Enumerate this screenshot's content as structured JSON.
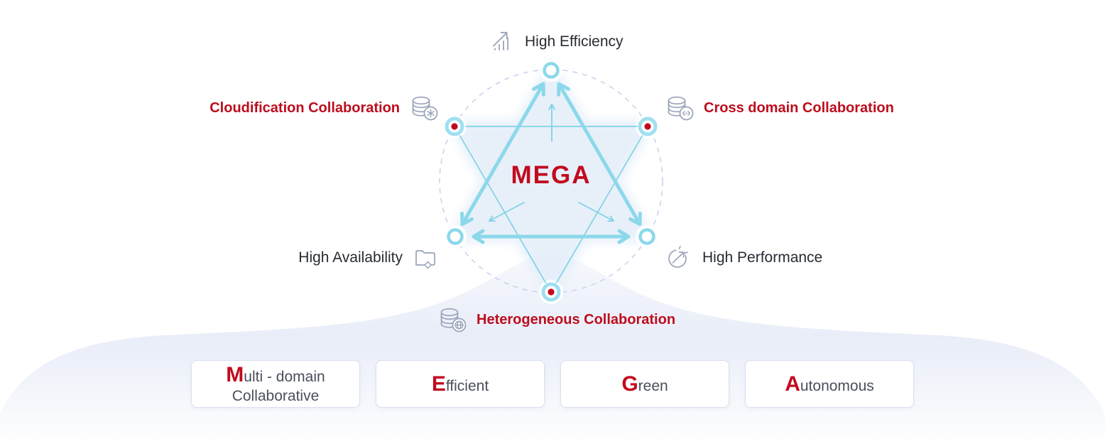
{
  "diagram": {
    "center_label": "MEGA",
    "vertices": [
      {
        "id": "top",
        "label": "High Efficiency",
        "icon": "bar-chart-rise-icon",
        "emphasis": "dark"
      },
      {
        "id": "upper-left",
        "label": "Cloudification Collaboration",
        "icon": "database-snowflake-icon",
        "emphasis": "red"
      },
      {
        "id": "upper-right",
        "label": "Cross domain Collaboration",
        "icon": "database-code-icon",
        "emphasis": "red"
      },
      {
        "id": "lower-left",
        "label": "High Availability",
        "icon": "folder-diamond-icon",
        "emphasis": "dark"
      },
      {
        "id": "lower-right",
        "label": "High Performance",
        "icon": "gauge-arrow-icon",
        "emphasis": "dark"
      },
      {
        "id": "bottom",
        "label": "Heterogeneous Collaboration",
        "icon": "database-globe-icon",
        "emphasis": "red"
      }
    ]
  },
  "cards": [
    {
      "initial": "M",
      "rest": "ulti - domain",
      "line2": "Collaborative"
    },
    {
      "initial": "E",
      "rest": "fficient"
    },
    {
      "initial": "G",
      "rest": "reen"
    },
    {
      "initial": "A",
      "rest": "utonomous"
    }
  ],
  "colors": {
    "accent_red": "#c20a1e",
    "cyan_thick": "#8cd8ea",
    "cyan_thin": "#7fd2e6",
    "node_ring_light": "#9fdff0",
    "icon_gray": "#9aa3ba",
    "dark_text": "#272b33",
    "card_text": "#4a4f5c",
    "dashed_circle": "#ccd2ec",
    "band_fill": "#e9edf8",
    "star_glow": "#e3eef9"
  }
}
